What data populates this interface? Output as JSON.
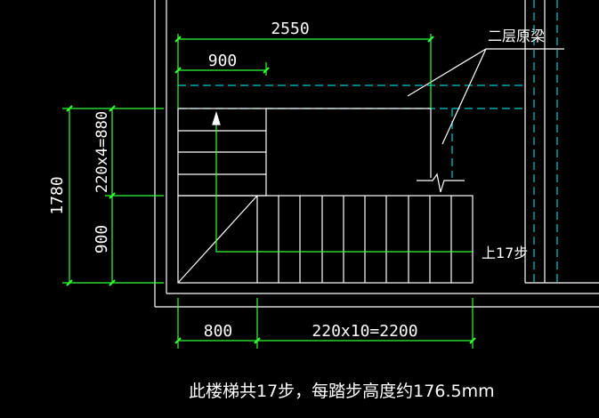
{
  "dimensions": {
    "total_width": "2550",
    "top_left_width": "900",
    "total_height": "1780",
    "upper_rise": "220x4=880",
    "lower_rise": "900",
    "landing_depth": "800",
    "lower_run": "220x10=2200"
  },
  "labels": {
    "beam": "二层原梁",
    "up_steps": "上17步"
  },
  "note": "此楼梯共17步，每踏步高度约176.5mm",
  "colors": {
    "background": "#000000",
    "lines": "#ffffff",
    "dimensions": "#33ff33",
    "hidden": "#00cccc"
  }
}
